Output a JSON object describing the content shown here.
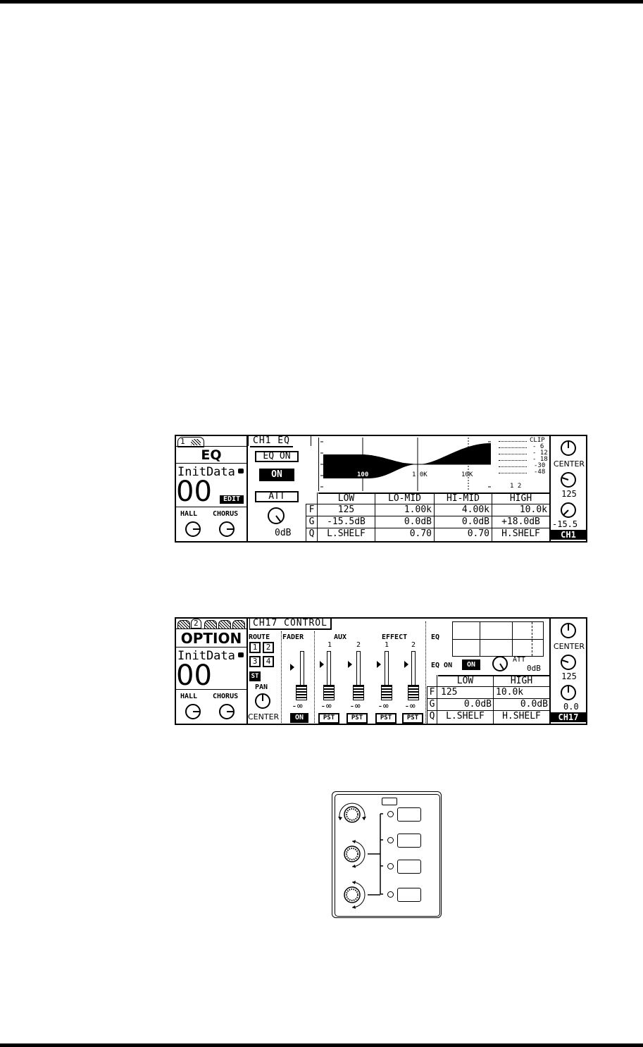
{
  "eq_screen": {
    "scene_number": "1",
    "page_name": "EQ",
    "scene_title": "InitData",
    "scene_memory": "00",
    "edit_badge": "EDIT",
    "hall_label": "HALL",
    "chorus_label": "CHORUS",
    "channel_title": "CH1  EQ",
    "eq_on_label": "EQ ON",
    "on_button": "ON",
    "att_label": "ATT",
    "att_value": "0dB",
    "freq_axis": [
      "100",
      "1.0K",
      "10K"
    ],
    "meter_labels": [
      "CLIP",
      "- 6",
      "- 12",
      "- 18",
      "-30",
      "-48"
    ],
    "meter_channels": "1  2",
    "bands": [
      "LOW",
      "LO-MID",
      "HI-MID",
      "HIGH"
    ],
    "row_labels": [
      "F",
      "G",
      "Q"
    ],
    "freq_values": [
      "125",
      "1.00k",
      "4.00k",
      "10.0k"
    ],
    "gain_values": [
      "-15.5dB",
      "0.0dB",
      "0.0dB",
      "+18.0dB"
    ],
    "q_values": [
      "L.SHELF",
      "0.70",
      "0.70",
      "H.SHELF"
    ],
    "knob1_label": "CENTER",
    "knob2_value": "125",
    "knob3_value": "-15.5",
    "channel_badge": "CH1"
  },
  "option_screen": {
    "scene_number": "2",
    "page_name": "OPTION",
    "scene_title": "InitData",
    "scene_memory": "00",
    "hall_label": "HALL",
    "chorus_label": "CHORUS",
    "channel_title": "CH17  CONTROL",
    "route_label": "ROUTE",
    "route_buttons": [
      "1",
      "2",
      "3",
      "4"
    ],
    "st_button": "ST",
    "pan_label": "PAN",
    "pan_value": "CENTER",
    "fader_label": "FADER",
    "aux_label": "AUX",
    "effect_label": "EFFECT",
    "send_numbers": [
      "1",
      "2"
    ],
    "level_value": "-∞",
    "fader_on": "ON",
    "pst_label": "PST",
    "eq_label": "EQ",
    "eq_on_label": "EQ ON",
    "eq_on_state": "ON",
    "att_label": "ATT",
    "att_value": "0dB",
    "bands": [
      "LOW",
      "HIGH"
    ],
    "row_labels": [
      "F",
      "G",
      "Q"
    ],
    "freq_values": [
      "125",
      "10.0k"
    ],
    "gain_values": [
      "0.0dB",
      "0.0dB"
    ],
    "q_values": [
      "L.SHELF",
      "H.SHELF"
    ],
    "knob1_label": "CENTER",
    "knob2_value": "125",
    "knob3_value": "0.0",
    "channel_badge": "CH17"
  }
}
